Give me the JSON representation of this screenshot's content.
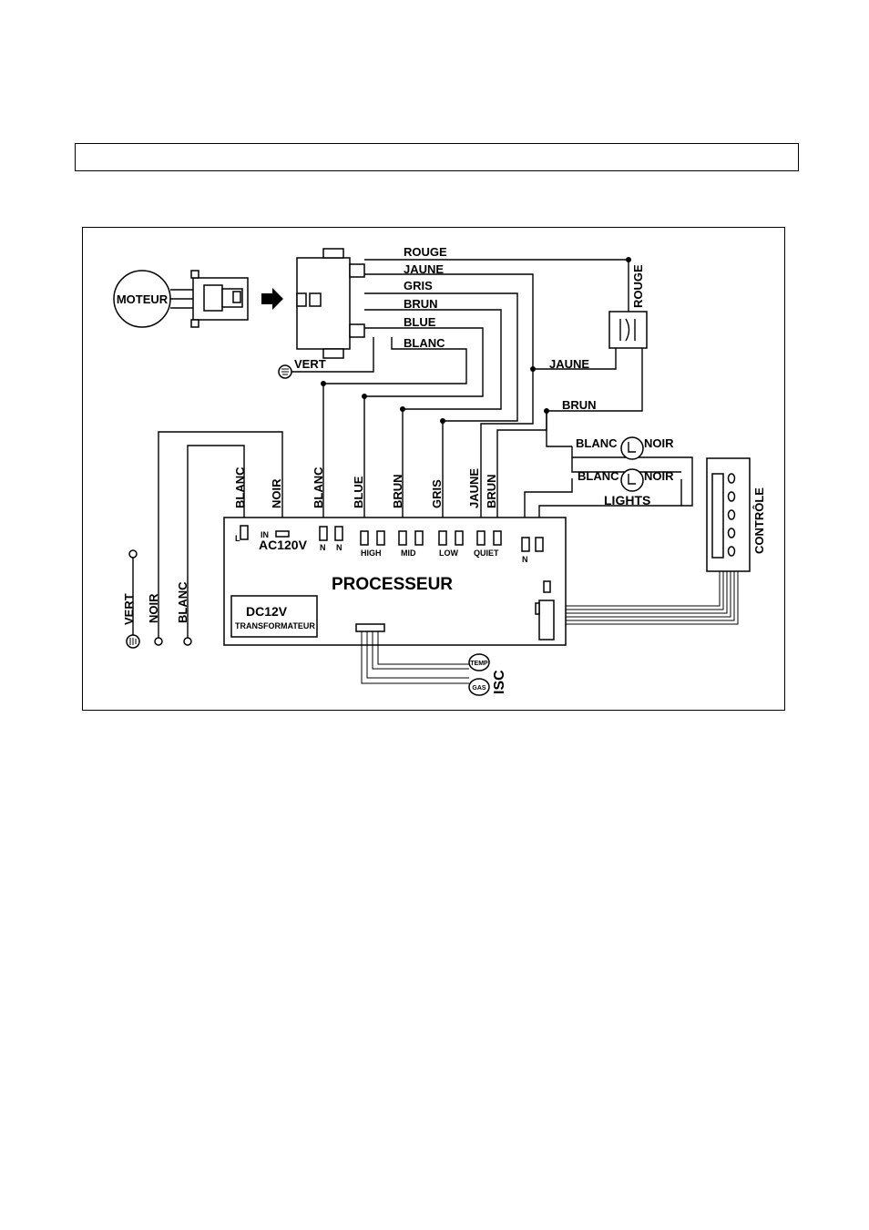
{
  "header": {
    "text": ""
  },
  "diagram": {
    "motor_label": "MOTEUR",
    "ground_motor_label": "VERT",
    "motor_wires": [
      "ROUGE",
      "JAUNE",
      "GRIS",
      "BRUN",
      "BLUE",
      "BLANC"
    ],
    "capacitor_wires": {
      "top": "ROUGE",
      "left": "JAUNE",
      "bottom": "BRUN"
    },
    "processor_title": "PROCESSEUR",
    "terminal_wire_labels": [
      "BLANC",
      "NOIR",
      "BLANC",
      "BLUE",
      "BRUN",
      "GRIS",
      "JAUNE",
      "BRUN"
    ],
    "terminals": {
      "l": "L",
      "in": "IN",
      "ac": "AC120V",
      "n1": "N",
      "n2": "N",
      "high": "HIGH",
      "mid": "MID",
      "low": "LOW",
      "quiet": "QUIET",
      "n3": "N"
    },
    "transformer": {
      "voltage": "DC12V",
      "name": "TRANSFORMATEUR"
    },
    "lights": {
      "lamp1_left": "BLANC",
      "lamp1_right": "NOIR",
      "lamp2_left": "BLANC",
      "lamp2_right": "NOIR",
      "label": "LIGHTS"
    },
    "control_label": "CONTRÔLE",
    "supply_labels": {
      "ground": "VERT",
      "noir": "NOIR",
      "blanc": "BLANC"
    },
    "sensors": {
      "temp": "TEMP",
      "gas": "GAS",
      "group": "ISC"
    }
  }
}
